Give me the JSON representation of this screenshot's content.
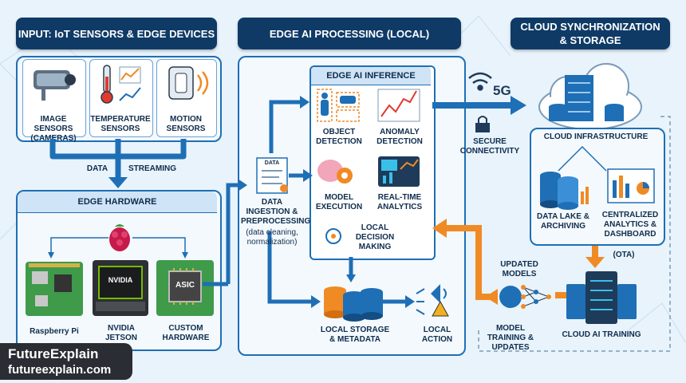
{
  "headers": {
    "input": "INPUT: IoT SENSORS & EDGE DEVICES",
    "processing": "EDGE AI PROCESSING (LOCAL)",
    "cloud": "CLOUD SYNCHRONIZATION & STORAGE"
  },
  "sensors": [
    {
      "label": "IMAGE SENSORS (CAMERAS)",
      "icon": "camera-icon"
    },
    {
      "label": "TEMPERATURE SENSORS",
      "icon": "thermometer-icon"
    },
    {
      "label": "MOTION SENSORS",
      "icon": "motion-sensor-icon"
    }
  ],
  "stream_labels": {
    "data": "DATA",
    "streaming": "STREAMING"
  },
  "edge_hardware": {
    "title": "EDGE HARDWARE",
    "devices": [
      {
        "label": "Raspberry Pi",
        "icon": "raspberry-pi-icon"
      },
      {
        "label": "NVIDIA JETSON",
        "icon": "nvidia-jetson-icon",
        "chip_text": "NVIDIA"
      },
      {
        "label": "CUSTOM HARDWARE",
        "icon": "asic-chip-icon",
        "chip_text": "ASIC"
      }
    ]
  },
  "ingestion": {
    "title": "DATA INGESTION & PREPROCESSING",
    "note": "(data cleaning, normalization)",
    "doc_text": "DATA"
  },
  "inference": {
    "title": "EDGE AI INFERENCE",
    "items": [
      {
        "label": "OBJECT DETECTION",
        "icon": "object-detection-icon"
      },
      {
        "label": "ANOMALY DETECTION",
        "icon": "anomaly-chart-icon"
      },
      {
        "label": "MODEL EXECUTION",
        "icon": "brain-gear-icon"
      },
      {
        "label": "REAL-TIME ANALYTICS",
        "icon": "dashboard-icon"
      }
    ],
    "decision": "LOCAL DECISION MAKING"
  },
  "local_storage": "LOCAL STORAGE & METADATA",
  "local_action": "LOCAL ACTION",
  "connectivity": {
    "label": "SECURE CONNECTIVITY",
    "network": "5G"
  },
  "cloud": {
    "infrastructure": "CLOUD INFRASTRUCTURE",
    "data_lake": "DATA LAKE & ARCHIVING",
    "analytics": "CENTRALIZED ANALYTICS & DASHBOARD",
    "ota": "(OTA)",
    "training": "CLOUD AI TRAINING",
    "model_training": "MODEL TRAINING & UPDATES",
    "updated_models": "UPDATED MODELS"
  },
  "watermark": {
    "brand": "FutureExplain",
    "url": "futureexplain.com"
  },
  "colors": {
    "navy": "#0f3a66",
    "blue": "#1e6fb5",
    "orange": "#f08a24",
    "light": "#f4f9fd"
  }
}
